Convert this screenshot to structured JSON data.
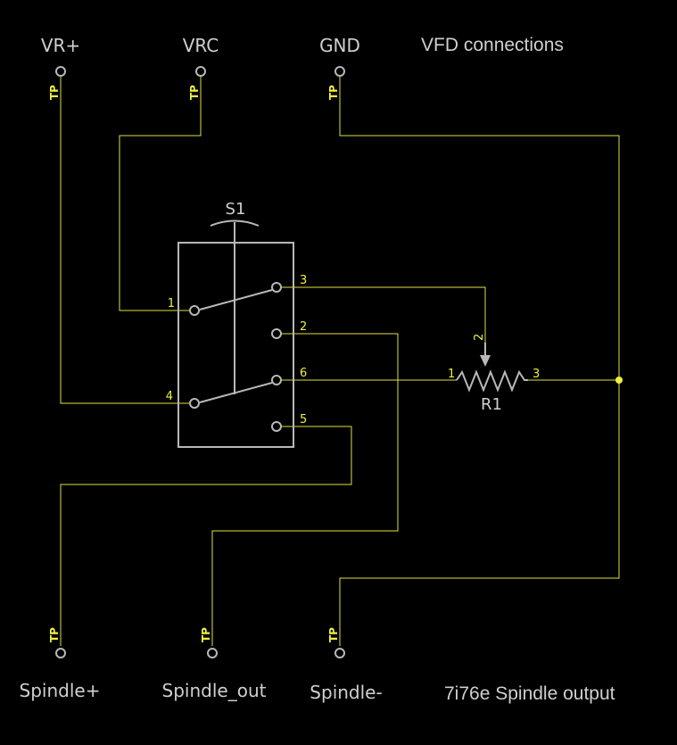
{
  "connectors_top": {
    "vr_plus": "VR+",
    "vrc": "VRC",
    "gnd": "GND",
    "title": "VFD connections"
  },
  "connectors_bottom": {
    "spindle_plus": "Spindle+",
    "spindle_out": "Spindle_out",
    "spindle_minus": "Spindle-",
    "title": "7i76e Spindle output"
  },
  "test_point_label": "TP",
  "switch": {
    "ref": "S1",
    "pins": [
      "1",
      "2",
      "3",
      "4",
      "5",
      "6"
    ]
  },
  "potentiometer": {
    "ref": "R1",
    "pins": [
      "1",
      "2",
      "3"
    ]
  },
  "colors": {
    "background": "#000000",
    "wire": "#e0e040",
    "component": "#b8b8b8",
    "label": "#cfcfcf"
  }
}
